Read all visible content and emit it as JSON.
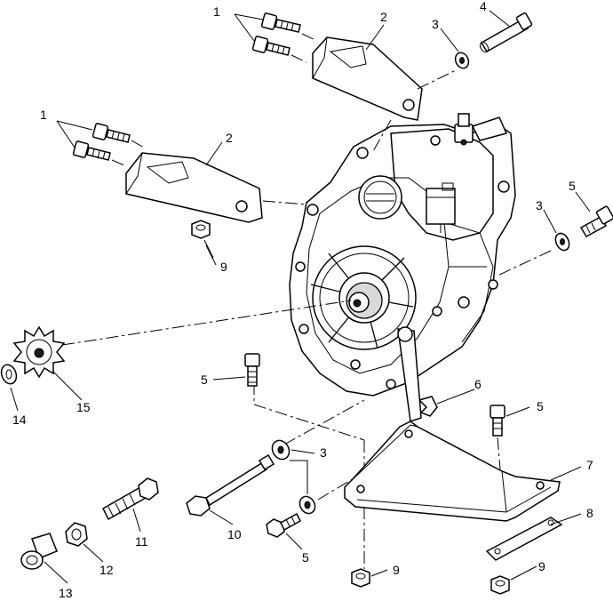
{
  "callouts": {
    "c1a": "1",
    "c1b": "1",
    "c2a": "2",
    "c2b": "2",
    "c3a": "3",
    "c3b": "3",
    "c3c": "3",
    "c4": "4",
    "c5a": "5",
    "c5b": "5",
    "c5c": "5",
    "c5d": "5",
    "c6": "6",
    "c7": "7",
    "c8": "8",
    "c9a": "9",
    "c9b": "9",
    "c9c": "9",
    "c10": "10",
    "c11": "11",
    "c12": "12",
    "c13": "13",
    "c14": "14",
    "c15": "15"
  },
  "diagram": {
    "stroke_color": "#000000",
    "background": "#ffffff"
  }
}
